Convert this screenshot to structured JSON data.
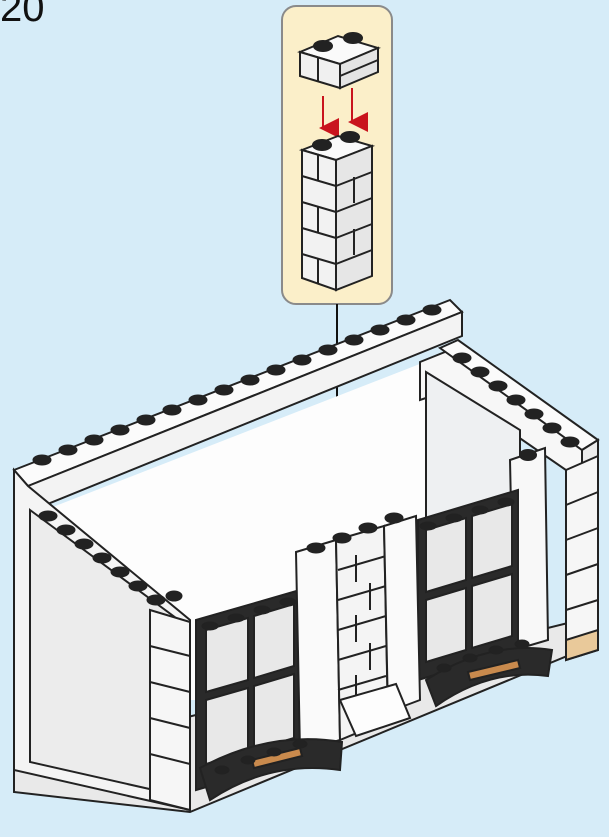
{
  "step": {
    "number": "20"
  },
  "colors": {
    "background": "#d6ecf8",
    "callout_fill": "#fbefc9",
    "callout_border": "#8a8a8a",
    "brick_white": "#f2f2f2",
    "brick_edge": "#222222",
    "arrow_red": "#c9141d",
    "pointer_line": "#111111",
    "tile_dark": "#2a2a2a",
    "tan_tile": "#c98a4d",
    "window_glass": "#e8e8e8"
  },
  "icons": {
    "callout": "sub-assembly-callout",
    "arrows": "attach-direction-arrows",
    "pointer": "placement-pointer-arrow"
  }
}
